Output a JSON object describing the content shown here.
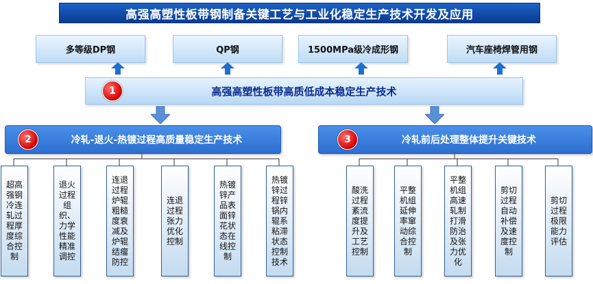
{
  "title": "高强高塑性板带钢制备关键工艺与工业化稳定生产技术开发及应用",
  "products": [
    "多等级DP钢",
    "QP钢",
    "1500MPa级冷成形钢",
    "汽车座椅焊管用钢"
  ],
  "main": {
    "number": "1",
    "label": "高强高塑性板带高质低成本稳定生产技术"
  },
  "sections": [
    {
      "number": "2",
      "label": "冷轧-退火-热镀过程高质量稳定生产技术",
      "items": [
        "超高强钢冷连轧过程厚度综合控制",
        "退火过程组织、力学性能精准调控",
        "连退过程炉辊粗糙度衰减及炉辊结瘤防控",
        "连退过程张力优化控制",
        "热镀锌产品表面锌花状态在线控制",
        "热镀锌过程锌锅内辊系粘滞状态控制技术"
      ]
    },
    {
      "number": "3",
      "label": "冷轧前后处理整体提升关键技术",
      "items": [
        "酸洗过程紊流度提升及工艺控制",
        "平整机组延伸率窜动综合控制",
        "平整机组高速轧制打滑防治及张力优化",
        "剪切过程自动补偿及速度控制",
        "剪切过程极限能力评估"
      ]
    }
  ],
  "colors": {
    "title_bg": "#0a3b91",
    "section_bg": "#2d6fd0",
    "badge": "#d40000",
    "arrow": "#1f6fd1",
    "down_arrow": "#5b8fd6"
  }
}
